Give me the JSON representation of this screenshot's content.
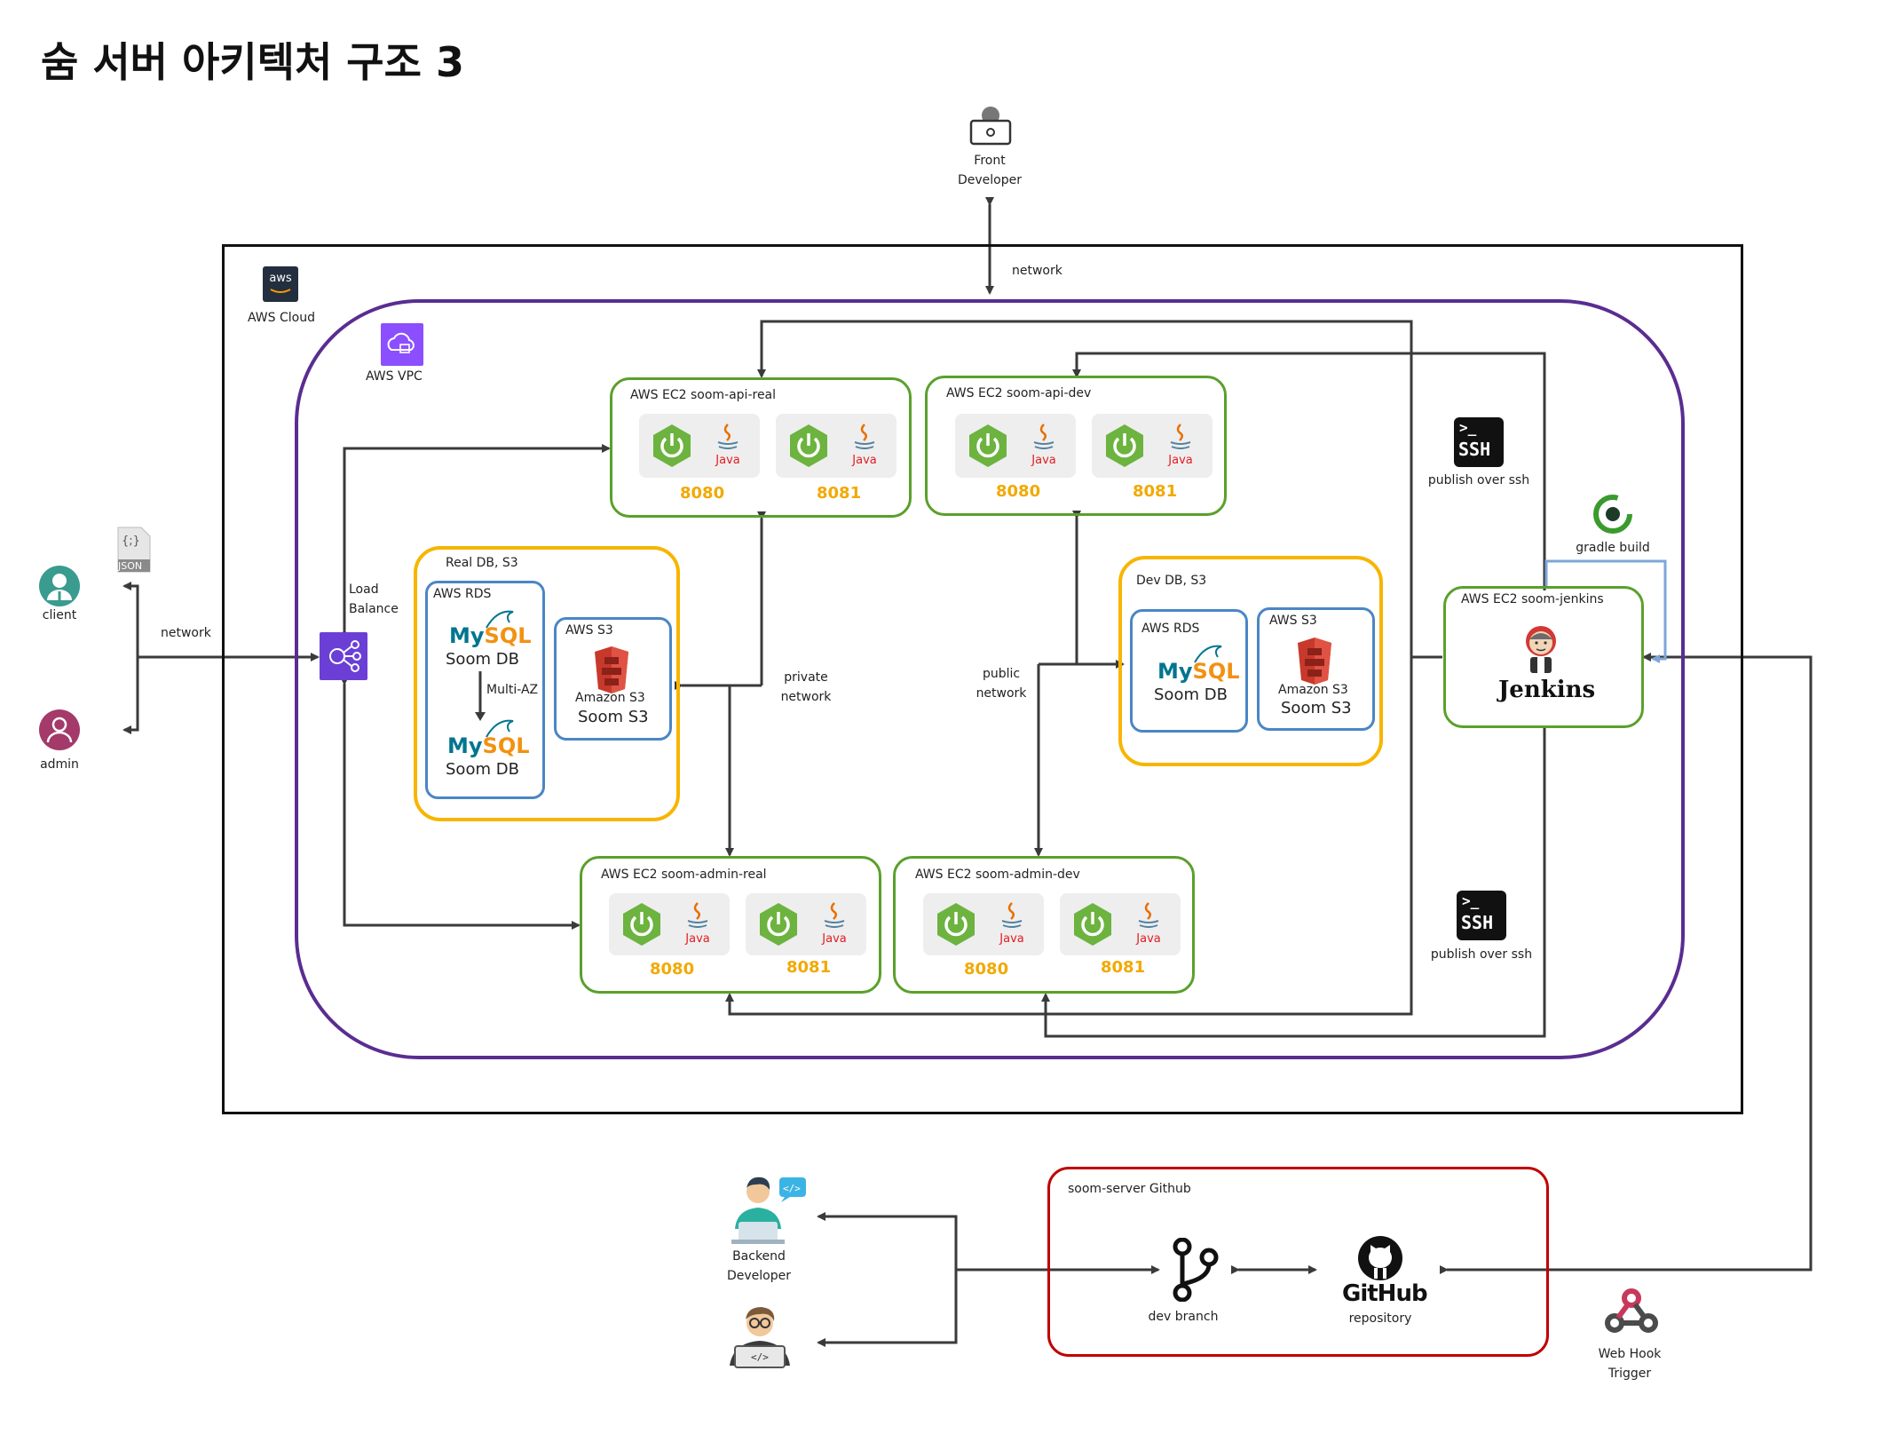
{
  "title": "숨 서버 아키텍처 구조 3",
  "colors": {
    "green": "#5aa02c",
    "purple": "#5a2d91",
    "orange": "#f7b500",
    "blue": "#4a86c5",
    "red": "#c00000",
    "port": "#f2a900",
    "spring": "#6db33f",
    "line": "#3a3a3a"
  },
  "external": {
    "front_developer": "Front\nDeveloper",
    "client": "client",
    "admin": "admin",
    "json_badge": "JSON",
    "json_braces": "{;}",
    "backend_developer": "Backend\nDeveloper",
    "webhook": "Web Hook\nTrigger"
  },
  "cloud": {
    "label": "AWS Cloud",
    "aws_logo": "aws"
  },
  "vpc": {
    "label": "AWS VPC"
  },
  "network_labels": {
    "top_network": "network",
    "left_network": "network",
    "load_balance": "Load\nBalance",
    "private_network": "private\nnetwork",
    "public_network": "public\nnetwork"
  },
  "ec2": {
    "api_real": {
      "label": "AWS EC2 soom-api-real",
      "ports": [
        "8080",
        "8081"
      ]
    },
    "api_dev": {
      "label": "AWS EC2 soom-api-dev",
      "ports": [
        "8080",
        "8081"
      ]
    },
    "admin_real": {
      "label": "AWS EC2 soom-admin-real",
      "ports": [
        "8080",
        "8081"
      ]
    },
    "admin_dev": {
      "label": "AWS EC2 soom-admin-dev",
      "ports": [
        "8080",
        "8081"
      ]
    },
    "jenkins": {
      "label": "AWS EC2 soom-jenkins",
      "name": "Jenkins"
    }
  },
  "java_label": "Java",
  "real_db": {
    "label": "Real DB, S3",
    "rds_label": "AWS RDS",
    "mysql_a": "MySQL",
    "mysql_b": "MySQL",
    "db_a": "Soom DB",
    "db_b": "Soom DB",
    "multi_az": "Multi-AZ",
    "s3_label": "AWS S3",
    "s3_small": "Amazon S3",
    "s3_name": "Soom S3"
  },
  "dev_db": {
    "label": "Dev DB, S3",
    "rds_label": "AWS RDS",
    "mysql": "MySQL",
    "db": "Soom DB",
    "s3_label": "AWS S3",
    "s3_small": "Amazon S3",
    "s3_name": "Soom S3"
  },
  "ci": {
    "ssh_top": "publish over ssh",
    "ssh_bottom": "publish over ssh",
    "ssh_icon_text": "SSH",
    "gradle": "gradle build"
  },
  "github": {
    "box_label": "soom-server Github",
    "dev_branch": "dev branch",
    "repo_logo": "GitHub",
    "repository": "repository"
  },
  "icons": [
    "user-icon",
    "aws-logo-icon",
    "vpc-icon",
    "load-balancer-icon",
    "json-file-icon",
    "spring-boot-icon",
    "java-icon",
    "mysql-icon",
    "s3-bucket-icon",
    "jenkins-icon",
    "ssh-icon",
    "gradle-icon",
    "git-branch-icon",
    "github-icon",
    "webhook-icon",
    "developer-icon"
  ]
}
